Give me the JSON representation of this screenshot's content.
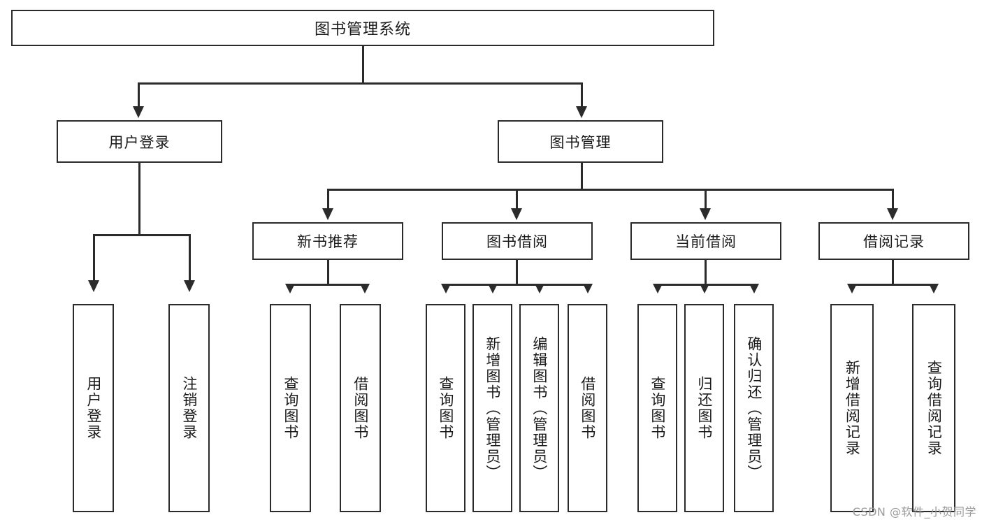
{
  "diagram": {
    "type": "tree-hierarchy",
    "title": "图书管理系统",
    "watermark": "CSDN @软件_小贺同学",
    "colors": {
      "box_border": "#2b2b2b",
      "box_fill": "#ffffff",
      "connector": "#2b2b2b",
      "text": "#1a1a1a",
      "watermark": "#9a9a9a",
      "background": "#ffffff"
    },
    "root": {
      "label": "图书管理系统"
    },
    "level2": [
      {
        "key": "user-login",
        "label": "用户登录"
      },
      {
        "key": "book-manage",
        "label": "图书管理"
      }
    ],
    "level3": [
      {
        "key": "new-book-recommend",
        "label": "新书推荐"
      },
      {
        "key": "book-borrow",
        "label": "图书借阅"
      },
      {
        "key": "current-borrow",
        "label": "当前借阅"
      },
      {
        "key": "borrow-record",
        "label": "借阅记录"
      }
    ],
    "leaves": {
      "user_login": [
        {
          "key": "leaf-user-login",
          "label": "用户登录"
        },
        {
          "key": "leaf-logout-login",
          "label": "注销登录"
        }
      ],
      "new_book_recommend": [
        {
          "key": "leaf-query-book-1",
          "label": "查询图书"
        },
        {
          "key": "leaf-borrow-book-1",
          "label": "借阅图书"
        }
      ],
      "book_borrow": [
        {
          "key": "leaf-query-book-2",
          "label": "查询图书"
        },
        {
          "key": "leaf-add-book",
          "label": "新增图书（管理员）"
        },
        {
          "key": "leaf-edit-book",
          "label": "编辑图书（管理员）"
        },
        {
          "key": "leaf-borrow-book-2",
          "label": "借阅图书"
        }
      ],
      "current_borrow": [
        {
          "key": "leaf-query-book-3",
          "label": "查询图书"
        },
        {
          "key": "leaf-return-book",
          "label": "归还图书"
        },
        {
          "key": "leaf-confirm-return",
          "label": "确认归还（管理员）"
        }
      ],
      "borrow_record": [
        {
          "key": "leaf-add-record",
          "label": "新增借阅记录"
        },
        {
          "key": "leaf-query-record",
          "label": "查询借阅记录"
        }
      ]
    }
  }
}
